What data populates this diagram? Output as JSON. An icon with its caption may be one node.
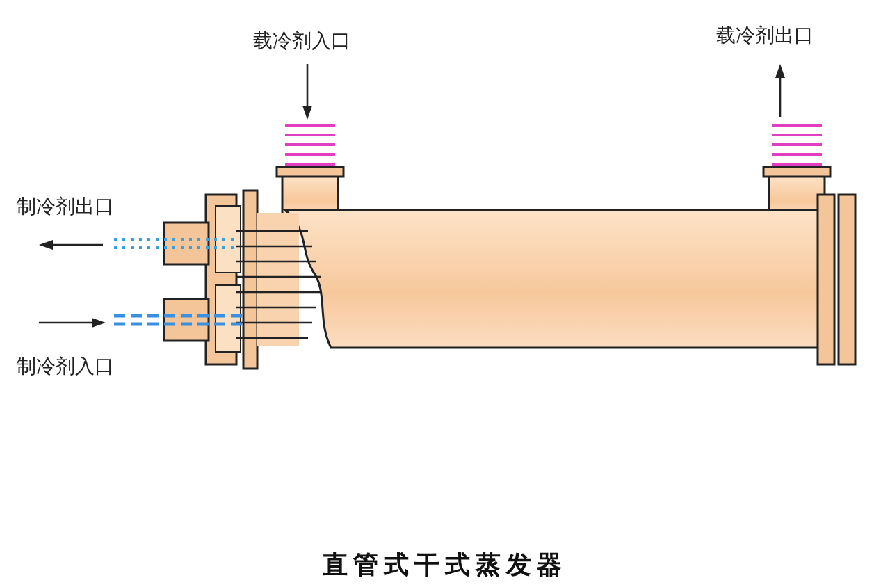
{
  "diagram": {
    "caption": "直管式干式蒸发器",
    "labels": [
      "载冷剂入口",
      "载冷剂出口",
      "制冷剂出口",
      "制冷剂入口"
    ]
  }
}
